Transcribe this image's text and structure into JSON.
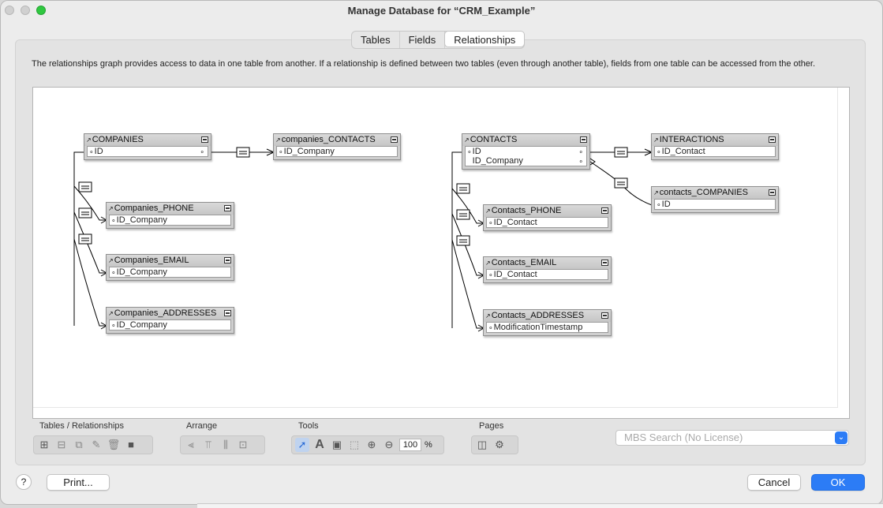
{
  "window": {
    "title": "Manage Database for “CRM_Example”"
  },
  "tabs": [
    "Tables",
    "Fields",
    "Relationships"
  ],
  "active_tab": "Relationships",
  "description": "The relationships graph provides access to data in one table from another. If a relationship is defined between two tables (even through another table), fields from one table can be accessed from the other.",
  "tables": {
    "companies": {
      "name": "COMPANIES",
      "fields": [
        "ID"
      ]
    },
    "companies_contacts": {
      "name": "companies_CONTACTS",
      "fields": [
        "ID_Company"
      ]
    },
    "companies_phone": {
      "name": "Companies_PHONE",
      "fields": [
        "ID_Company"
      ]
    },
    "companies_email": {
      "name": "Companies_EMAIL",
      "fields": [
        "ID_Company"
      ]
    },
    "companies_addresses": {
      "name": "Companies_ADDRESSES",
      "fields": [
        "ID_Company"
      ]
    },
    "contacts": {
      "name": "CONTACTS",
      "fields": [
        "ID",
        "ID_Company"
      ]
    },
    "interactions": {
      "name": "INTERACTIONS",
      "fields": [
        "ID_Contact"
      ]
    },
    "contacts_companies": {
      "name": "contacts_COMPANIES",
      "fields": [
        "ID"
      ]
    },
    "contacts_phone": {
      "name": "Contacts_PHONE",
      "fields": [
        "ID_Contact"
      ]
    },
    "contacts_email": {
      "name": "Contacts_EMAIL",
      "fields": [
        "ID_Contact"
      ]
    },
    "contacts_addresses": {
      "name": "Contacts_ADDRESSES",
      "fields": [
        "ModificationTimestamp"
      ]
    }
  },
  "toolbar": {
    "groups": [
      "Tables / Relationships",
      "Arrange",
      "Tools",
      "Pages"
    ],
    "zoom": "100",
    "zoom_unit": "%"
  },
  "search": {
    "placeholder": "MBS Search (No License)"
  },
  "buttons": {
    "help": "?",
    "print": "Print...",
    "cancel": "Cancel",
    "ok": "OK"
  },
  "colors": {
    "accent": "#2c7cf6",
    "close_green": "#2fc840"
  }
}
